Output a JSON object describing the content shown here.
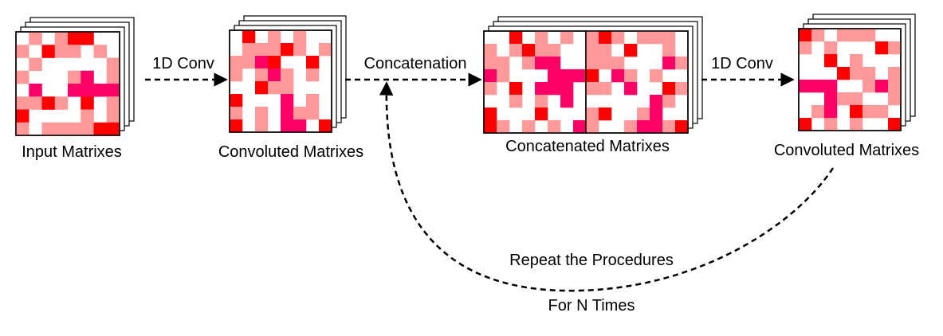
{
  "colors": {
    "red": "#ff0000",
    "pink": "#ff9999",
    "magenta": "#ff0066",
    "white": "#ffffff",
    "stroke": "#000000"
  },
  "labels": {
    "input": "Input Matrixes",
    "conv1": "Convoluted Matrixes",
    "concatenated": "Concatenated Matrixes",
    "conv2": "Convoluted Matrixes",
    "arrow_conv1": "1D Conv",
    "arrow_concat": "Concatenation",
    "arrow_conv2": "1D Conv",
    "loop_line1": "Repeat the Procedures",
    "loop_line2": "For N Times"
  },
  "patterns": {
    "input": [
      ".P.PRR..",
      "P.RPP.P.",
      ".P.....P",
      "P...PM.P",
      ".M..MMMM",
      "PPRP.R.P",
      "R....P.P",
      "P.PPPPRR"
    ],
    "conv1": [
      ".R.P.P..",
      ".PPPRP.P",
      "PPMR..R.",
      "P.PMP.P.",
      "..RPP...",
      "R...M.P.",
      "P.P.MPP.",
      "R.P.MM.R"
    ],
    "concat_left": [
      "..R.P.P.",
      "P.PRPP..",
      "PP.PMM..",
      "MP...MMM",
      "P.R.MMM.",
      "..P.P.M.",
      "R...R...",
      "RP.P.P.M"
    ],
    "concat_right": [
      "PRP.PPP.",
      "PP.R..P.",
      "PPP...MP",
      "R.MP.P..",
      "PP.M..RP",
      ".....MP.",
      "PR..PM..",
      "P..PMMPR"
    ],
    "conv2": [
      "RP.PPP..",
      "P.P...RP",
      "..R.P...",
      "...RPP.P",
      "MMM..PMP",
      "..MPP..P",
      ".PM.RPP.",
      "R.P.P..R"
    ]
  }
}
